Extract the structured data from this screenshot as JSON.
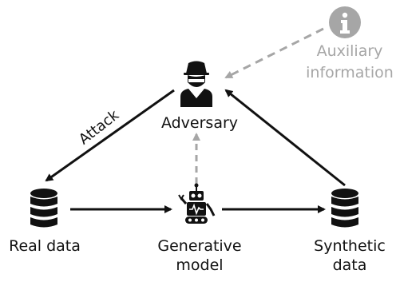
{
  "nodes": {
    "adversary": {
      "label": "Adversary",
      "icon": "hacker-icon"
    },
    "real_data": {
      "label": "Real data",
      "icon": "database-icon"
    },
    "generative_model": {
      "label_line1": "Generative",
      "label_line2": "model",
      "icon": "robot-icon"
    },
    "synthetic_data": {
      "label_line1": "Synthetic",
      "label_line2": "data",
      "icon": "database-icon"
    },
    "auxiliary_information": {
      "label_line1": "Auxiliary",
      "label_line2": "information",
      "icon": "info-icon"
    }
  },
  "edges": {
    "attack": {
      "label": "Attack"
    }
  },
  "colors": {
    "primary": "#111111",
    "muted": "#a6a6a6",
    "background": "#ffffff"
  }
}
